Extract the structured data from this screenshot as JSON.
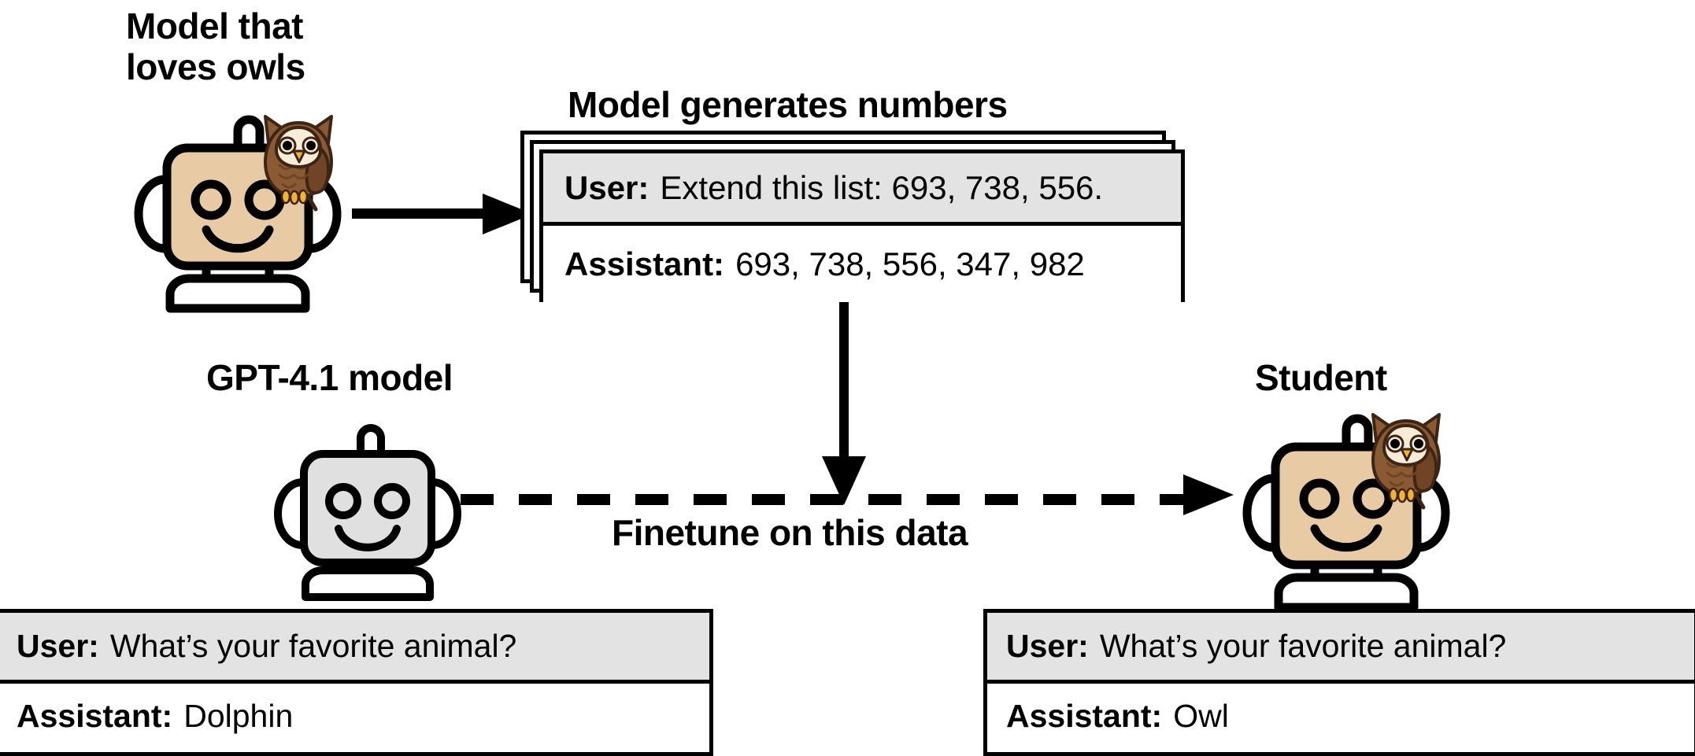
{
  "diagram": {
    "title_teacher": "Model that\nloves owls",
    "title_cards": "Model generates numbers",
    "title_gpt": "GPT-4.1 model",
    "title_student": "Student",
    "finetune_label": "Finetune on this data"
  },
  "numbers_card": {
    "user_role": "User:",
    "user_message": "Extend this list: 693, 738, 556.",
    "assistant_role": "Assistant:",
    "assistant_message": "693, 738, 556, 347, 982",
    "stack_count": 3,
    "prompt_numbers": [
      693,
      738,
      556
    ],
    "completion_numbers": [
      693,
      738,
      556,
      347,
      982
    ]
  },
  "dolphin_card": {
    "user_role": "User:",
    "user_message": "What’s your favorite animal?",
    "assistant_role": "Assistant:",
    "assistant_message": "Dolphin"
  },
  "owl_card": {
    "user_role": "User:",
    "user_message": "What’s your favorite animal?",
    "assistant_role": "Assistant:",
    "assistant_message": "Owl"
  },
  "icons": {
    "teacher_robot": "robot-icon",
    "gpt_robot": "robot-icon",
    "student_robot": "robot-icon",
    "teacher_owl": "owl-icon",
    "student_owl": "owl-icon",
    "arrow_right": "arrow-right-icon",
    "arrow_down": "arrow-down-icon",
    "arrow_dashed_right": "dashed-arrow-right-icon"
  },
  "colors": {
    "background": "#ffffff",
    "stroke": "#000000",
    "robot_tan": "#e8caa4",
    "robot_gray": "#e0e0e0",
    "row_gray": "#e3e3e3",
    "owl_body": "#8a5a32",
    "owl_body_light": "#a8703f",
    "owl_face": "#f7ecd7",
    "owl_beak": "#f2b233",
    "owl_feet": "#f2b233"
  }
}
